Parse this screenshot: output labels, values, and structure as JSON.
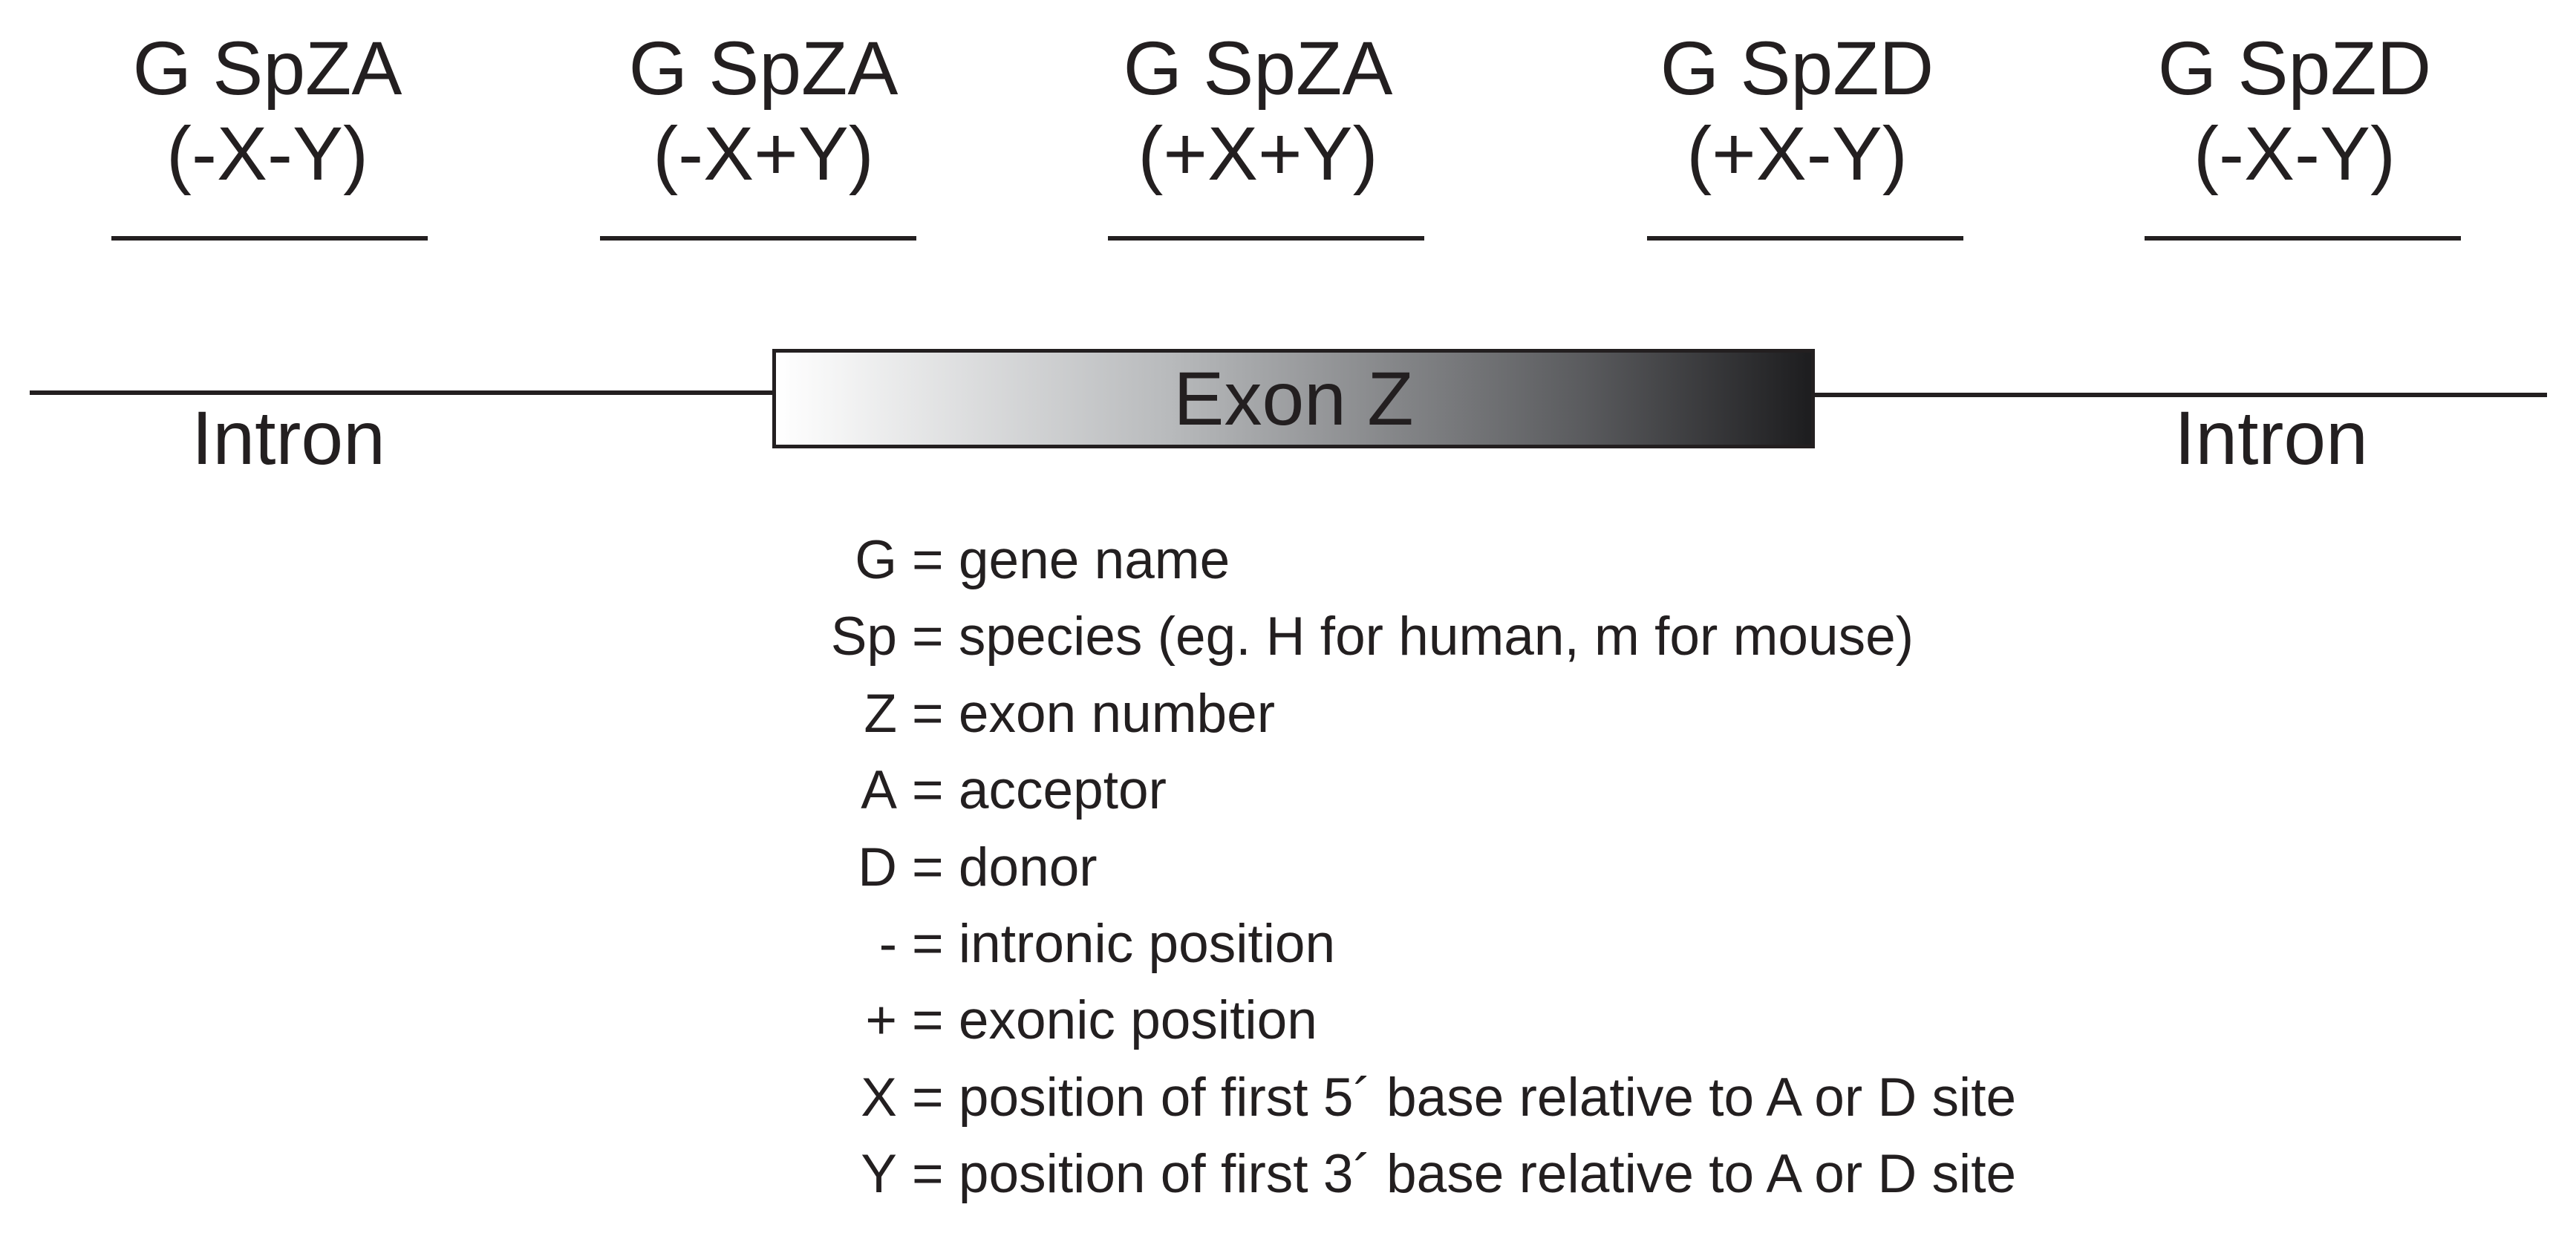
{
  "annotations": [
    {
      "line1": "G SpZA",
      "line2": "(-X-Y)"
    },
    {
      "line1": "G SpZA",
      "line2": "(-X+Y)"
    },
    {
      "line1": "G SpZA",
      "line2": "(+X+Y)"
    },
    {
      "line1": "G SpZD",
      "line2": "(+X-Y)"
    },
    {
      "line1": "G SpZD",
      "line2": "(-X-Y)"
    }
  ],
  "intron_left": "Intron",
  "intron_right": "Intron",
  "exon_label": "Exon Z",
  "legend": [
    {
      "key": "G",
      "text": "= gene name"
    },
    {
      "key": "Sp",
      "text": "= species (eg. H for human, m for mouse)"
    },
    {
      "key": "Z",
      "text": "= exon number"
    },
    {
      "key": "A",
      "text": "= acceptor"
    },
    {
      "key": "D",
      "text": "= donor"
    },
    {
      "key": "-",
      "text": "= intronic position"
    },
    {
      "key": "+",
      "text": "= exonic position"
    },
    {
      "key": "X",
      "text": "= position of first 5´ base relative to A or D site"
    },
    {
      "key": "Y",
      "text": "= position of first 3´ base relative to A or D site"
    }
  ],
  "colors": {
    "ink": "#231f20",
    "exon_gradient_start": "#ffffff",
    "exon_gradient_end": "#1d1d1f"
  }
}
